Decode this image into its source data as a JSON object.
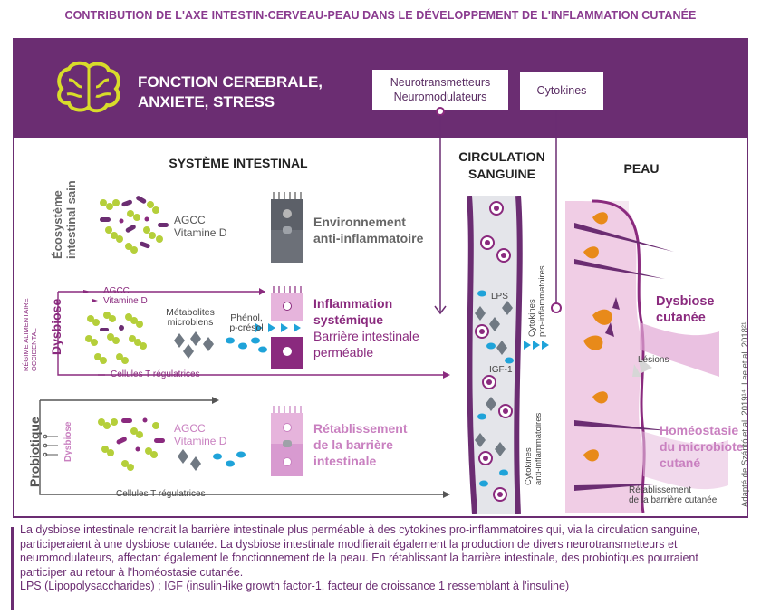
{
  "title": "CONTRIBUTION DE L'AXE INTESTIN-CERVEAU-PEAU DANS LE DÉVELOPPEMENT DE L'INFLAMMATION CUTANÉE",
  "brain": {
    "line1": "FONCTION CEREBRALE,",
    "line2": "ANXIETE, STRESS",
    "box1_line1": "Neurotransmetteurs",
    "box1_line2": "Neuromodulateurs",
    "box2": "Cytokines"
  },
  "sections": {
    "intestinal": "SYSTÈME INTESTINAL",
    "circulation_1": "CIRCULATION",
    "circulation_2": "SANGUINE",
    "skin": "PEAU"
  },
  "rows": {
    "healthy_label_1": "Écosystème",
    "healthy_label_2": "intestinal sain",
    "healthy_agcc": "AGCC",
    "healthy_vitd": "Vitamine D",
    "healthy_env_1": "Environnement",
    "healthy_env_2": "anti-inflammatoire",
    "diet_label_1": "RÉGIME ALIMENTAIRE",
    "diet_label_2": "OCCIDENTAL",
    "dysbiose": "Dysbiose",
    "dys_agcc": "AGCC",
    "dys_vitd": "Vitamine D",
    "metabolites_1": "Métabolites",
    "metabolites_2": "microbiens",
    "phenol_1": "Phénol,",
    "phenol_2": "p-crésol",
    "infl_1": "Inflammation",
    "infl_2": "systémique",
    "barrier_1": "Barrière intestinale",
    "barrier_2": "perméable",
    "treg_1": "Cellules T régulatrices",
    "probiotique": "Probiotique",
    "probio_dysbiose": "Dysbiose",
    "prob_agcc": "AGCC",
    "prob_vitd": "Vitamine D",
    "restore_1": "Rétablissement",
    "restore_2": "de la barrière",
    "restore_3": "intestinale",
    "treg_2": "Cellules T régulatrices"
  },
  "circulation": {
    "lps": "LPS",
    "igf": "IGF-1",
    "cyto_pro_1": "Cytokines",
    "cyto_pro_2": "pro-inflammatoires",
    "cyto_anti_1": "Cytokines",
    "cyto_anti_2": "anti-inflammatoires"
  },
  "skin": {
    "dysbiose_1": "Dysbiose",
    "dysbiose_2": "cutanée",
    "lesions": "Lésions",
    "homeo_1": "Homéostasie",
    "homeo_2": "du microbiote",
    "homeo_3": "cutané",
    "barrier_1": "Rétablissement",
    "barrier_2": "de la barrière cutanée",
    "credit": "Adapté de Szántó et al. 2019¹⁴, Lee et al. 2018²¹"
  },
  "footer": {
    "p1": "La dysbiose intestinale rendrait la barrière intestinale plus perméable à des cytokines pro-inflammatoires qui, via la circulation sanguine, participeraient à une dysbiose cutanée. La dysbiose intestinale modifierait également la production de divers neurotransmetteurs et neuromodulateurs, affectant également le fonctionnement de la peau. En rétablissant la barrière intestinale, des probiotiques pourraient participer au retour à l'homéostasie cutanée.",
    "p2": "LPS (Lipopolysaccharides) ; IGF (insulin-like growth factor-1, facteur de croissance 1 ressemblant à l'insuline)"
  },
  "colors": {
    "brand_purple": "#6b2d72",
    "magenta": "#8a2a7e",
    "pink": "#c980c0",
    "lime": "#b5cf3a",
    "blue": "#1fa3d9",
    "gray": "#707983",
    "orange": "#e88a1a"
  }
}
